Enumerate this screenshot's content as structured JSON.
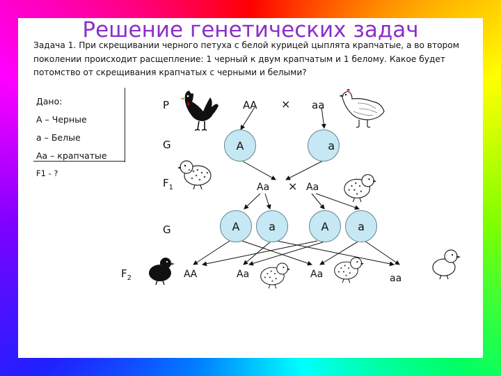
{
  "title": "Решение генетических задач",
  "task": "Задача 1.  При скрещивании черного петуха с белой курицей цыплята крапчатые, а во втором поколении происходит расщепление: 1 черный к двум крапчатым и 1 белому. Какое будет потомство от скрещивания крапчатых с черными и белыми?",
  "given": {
    "heading": "Дано:",
    "lines": [
      "А – Черные",
      "а – Белые",
      "Аа – крапчатые",
      "F1 - ?"
    ]
  },
  "rows": {
    "P": "P",
    "G1": "G",
    "F1": "F",
    "F1_sub": "1",
    "G2": "G",
    "F2": "F",
    "F2_sub": "2"
  },
  "parents": {
    "left": "АА",
    "cross": "×",
    "right": "аа"
  },
  "gametes1": [
    "А",
    "а"
  ],
  "f1": {
    "left": "Аа",
    "cross": "×",
    "right": "Аа"
  },
  "gametes2": [
    "А",
    "а",
    "А",
    "а"
  ],
  "f2": [
    "АА",
    "Аа",
    "Аа",
    "аа"
  ]
}
